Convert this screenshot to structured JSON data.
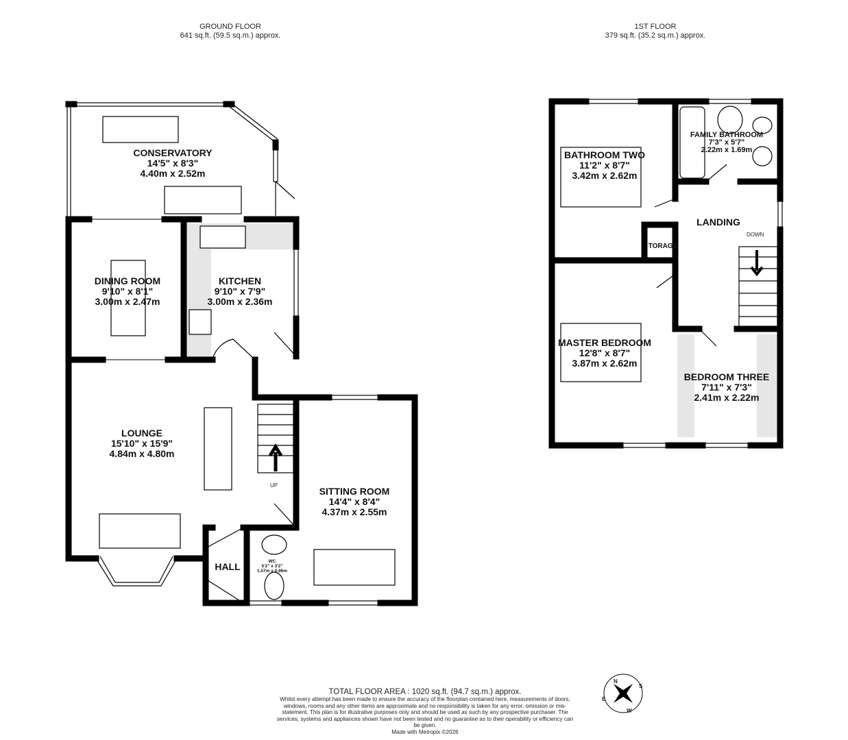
{
  "ground_floor": {
    "title": "GROUND FLOOR",
    "area": "641 sq.ft. (59.5 sq.m.) approx.",
    "rooms": [
      {
        "name": "CONSERVATORY",
        "imperial": "14'5\"  x 8'3\"",
        "metric": "4.40m  x 2.52m"
      },
      {
        "name": "DINING ROOM",
        "imperial": "9'10\"  x 8'1\"",
        "metric": "3.00m  x 2.47m"
      },
      {
        "name": "KITCHEN",
        "imperial": "9'10\"  x 7'9\"",
        "metric": "3.00m  x 2.36m"
      },
      {
        "name": "LOUNGE",
        "imperial": "15'10\"  x 15'9\"",
        "metric": "4.84m  x 4.80m"
      },
      {
        "name": "SITTING ROOM",
        "imperial": "14'4\"  x 8'4\"",
        "metric": "4.37m  x 2.55m"
      },
      {
        "name": "HALL"
      },
      {
        "name": "WC",
        "imperial": "5'2\"  x 3'2\"",
        "metric": "1.57m  x 0.96m"
      }
    ],
    "stairs_label": "UP"
  },
  "first_floor": {
    "title": "1ST FLOOR",
    "area": "379 sq.ft. (35.2 sq.m.) approx.",
    "rooms": [
      {
        "name": "BATHROOM TWO",
        "imperial": "11'2\"  x 8'7\"",
        "metric": "3.42m  x 2.62m"
      },
      {
        "name": "FAMILY BATHROOM",
        "imperial": "7'3\"  x 5'7\"",
        "metric": "2.22m  x 1.69m"
      },
      {
        "name": "LANDING"
      },
      {
        "name": "TORAGE"
      },
      {
        "name": "MASTER BEDROOM",
        "imperial": "12'8\"  x 8'7\"",
        "metric": "3.87m  x 2.62m"
      },
      {
        "name": "BEDROOM THREE",
        "imperial": "7'11\"  x 7'3\"",
        "metric": "2.41m  x 2.22m"
      }
    ],
    "stairs_label": "DOWN"
  },
  "footer": {
    "total": "TOTAL FLOOR AREA : 1020 sq.ft. (94.7 sq.m.) approx.",
    "disclaimer": "Whilst every attempt has been made to ensure the accuracy of the floorplan contained here, measurements of doors, windows, rooms and any other items are approximate and no responsibility is taken for any error, omission or mis-statement. This plan is for illustrative purposes only and should be used as such by any prospective purchaser. The services, systems and appliances shown have not been tested and no guarantee as to their operability or efficiency can be given.",
    "credit": "Made with Metropix ©2026"
  },
  "compass": {
    "letters": [
      "N",
      "E",
      "S",
      "W"
    ],
    "icon": "compass-rose-icon"
  },
  "colors": {
    "wall": "#000000",
    "fixture_fill": "#e6e6e6"
  }
}
